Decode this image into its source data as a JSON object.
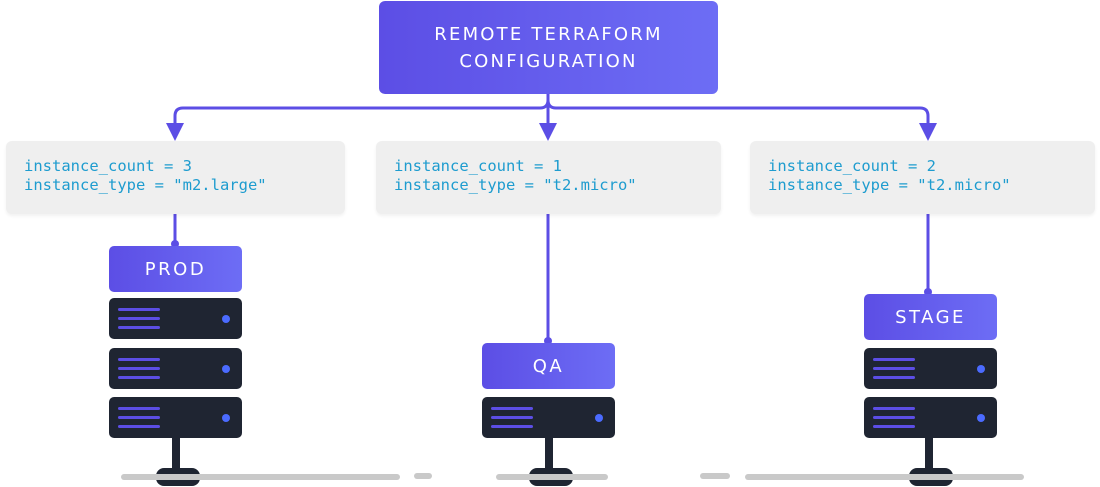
{
  "root": {
    "line1": "REMOTE TERRAFORM",
    "line2": "CONFIGURATION"
  },
  "environments": [
    {
      "key": "prod",
      "label": "PROD",
      "config_line1": "instance_count = 3",
      "config_line2": "instance_type = \"m2.large\"",
      "server_count": 3
    },
    {
      "key": "qa",
      "label": "QA",
      "config_line1": "instance_count = 1",
      "config_line2": "instance_type = \"t2.micro\"",
      "server_count": 1
    },
    {
      "key": "stage",
      "label": "STAGE",
      "config_line1": "instance_count = 2",
      "config_line2": "instance_type = \"t2.micro\"",
      "server_count": 2
    }
  ],
  "colors": {
    "accent": "#5c4ee5",
    "accent_light": "#6d6df5",
    "code_text": "#1e9ccf",
    "config_bg": "#efefef",
    "server_body": "#1f2532",
    "server_led": "#4b6bff",
    "ground": "#c9c9c9"
  }
}
